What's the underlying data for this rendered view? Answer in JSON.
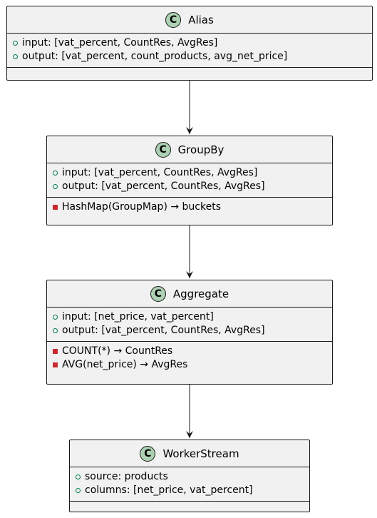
{
  "classes": [
    {
      "name": "Alias",
      "badge": "C",
      "fields": [
        {
          "vis": "public",
          "text": "input: [vat_percent, CountRes, AvgRes]"
        },
        {
          "vis": "public",
          "text": "output: [vat_percent, count_products, avg_net_price]"
        }
      ],
      "methods": []
    },
    {
      "name": "GroupBy",
      "badge": "C",
      "fields": [
        {
          "vis": "public",
          "text": "input: [vat_percent, CountRes, AvgRes]"
        },
        {
          "vis": "public",
          "text": "output: [vat_percent, CountRes, AvgRes]"
        }
      ],
      "methods": [
        {
          "vis": "private",
          "text": "HashMap(GroupMap) → buckets"
        }
      ]
    },
    {
      "name": "Aggregate",
      "badge": "C",
      "fields": [
        {
          "vis": "public",
          "text": "input: [net_price, vat_percent]"
        },
        {
          "vis": "public",
          "text": "output: [vat_percent, CountRes, AvgRes]"
        }
      ],
      "methods": [
        {
          "vis": "private",
          "text": "COUNT(*) → CountRes"
        },
        {
          "vis": "private",
          "text": "AVG(net_price) → AvgRes"
        }
      ]
    },
    {
      "name": "WorkerStream",
      "badge": "C",
      "fields": [
        {
          "vis": "public",
          "text": "source: products"
        },
        {
          "vis": "public",
          "text": "columns: [net_price, vat_percent]"
        }
      ],
      "methods": []
    }
  ],
  "edges": [
    {
      "from": "Alias",
      "to": "GroupBy"
    },
    {
      "from": "GroupBy",
      "to": "Aggregate"
    },
    {
      "from": "Aggregate",
      "to": "WorkerStream"
    }
  ],
  "colors": {
    "class_fill": "#f1f1f1",
    "border": "#181818",
    "badge_fill": "#add1b2",
    "public_marker": "#038048",
    "private_marker": "#c82930"
  }
}
